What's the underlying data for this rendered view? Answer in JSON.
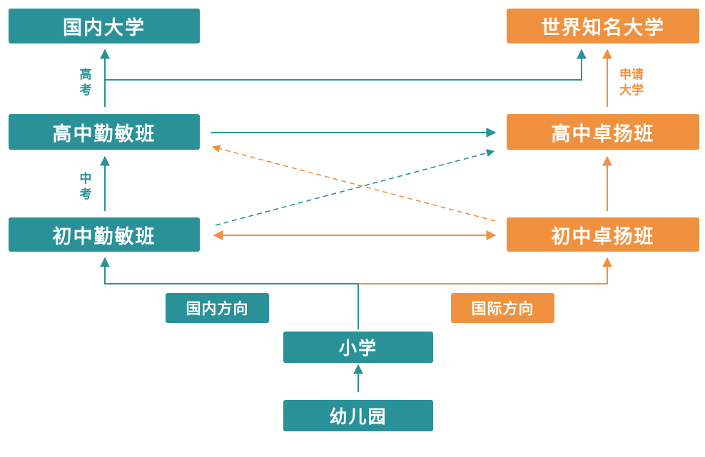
{
  "colors": {
    "domestic": "#2a9198",
    "international": "#f0913f"
  },
  "nodes": {
    "domestic_university": "国内大学",
    "world_university": "世界知名大学",
    "high_qinmin": "高中勤敏班",
    "high_zhuoyang": "高中卓扬班",
    "junior_qinmin": "初中勤敏班",
    "junior_zhuoyang": "初中卓扬班",
    "domestic_direction": "国内方向",
    "international_direction": "国际方向",
    "primary_school": "小学",
    "kindergarten": "幼儿园"
  },
  "edge_labels": {
    "gaokao": "高\n考",
    "zhongkao": "中\n考",
    "apply_university": "申请\n大学"
  }
}
